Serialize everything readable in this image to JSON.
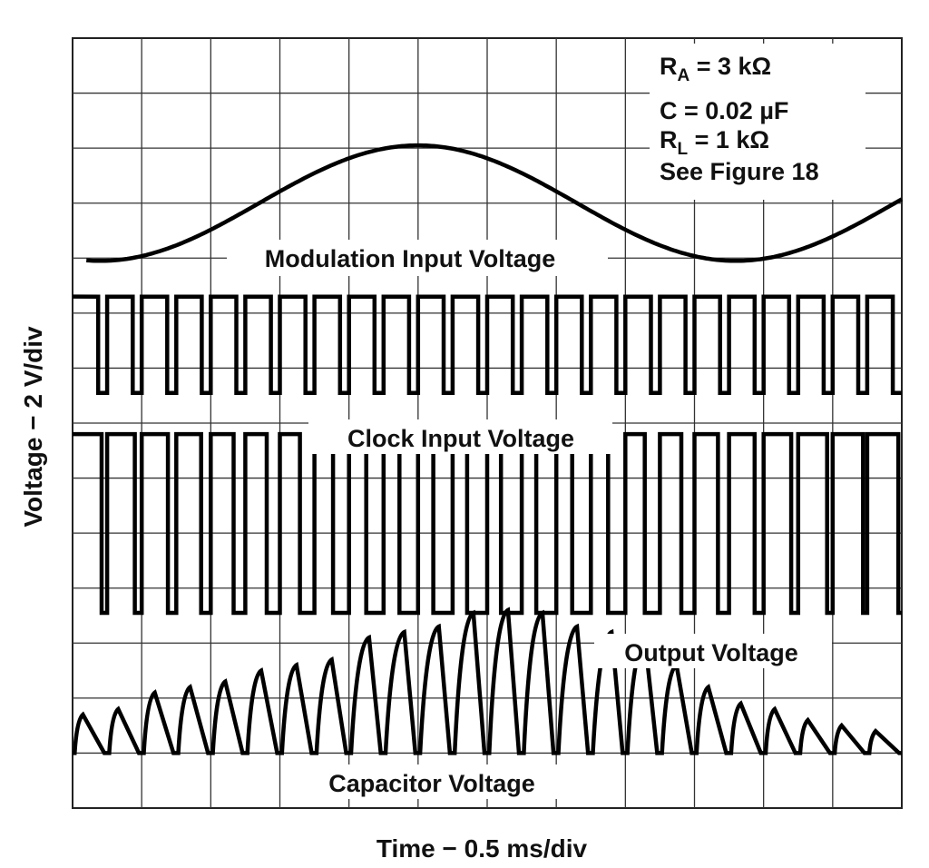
{
  "chart_data": {
    "type": "line",
    "title": "",
    "xlabel": "Time − 0.5 ms/div",
    "ylabel": "Voltage − 2 V/div",
    "grid": true,
    "grid_divisions": {
      "x": 12,
      "y": 14
    },
    "xlim": [
      0,
      12
    ],
    "ylim": [
      0,
      14
    ],
    "annotations": {
      "ra": {
        "main": "R",
        "sub": "A",
        "rest": " = 3 kΩ"
      },
      "c": "C = 0.02 µF",
      "rl": {
        "main": "R",
        "sub": "L",
        "rest": " = 1 kΩ"
      },
      "see": "See Figure 18"
    },
    "series": [
      {
        "name": "Modulation Input Voltage",
        "kind": "sine",
        "x_start": 0.2,
        "x_end": 12,
        "baseline": 11.0,
        "amplitude": 1.05,
        "period": 9.2,
        "peak_x": 5.0
      },
      {
        "name": "Clock Input Voltage",
        "kind": "square",
        "x_start": 0,
        "x_end": 12,
        "high": 9.3,
        "low": 7.55,
        "cycles": 24,
        "pulse_width": 0.13
      },
      {
        "name": "Output Voltage",
        "kind": "pwm",
        "x_start": 0,
        "x_end": 12,
        "high": 6.8,
        "low": 3.55,
        "cycles": 24,
        "pulse_widths": [
          0.08,
          0.1,
          0.12,
          0.14,
          0.17,
          0.19,
          0.21,
          0.23,
          0.25,
          0.27,
          0.28,
          0.29,
          0.3,
          0.29,
          0.27,
          0.25,
          0.22,
          0.19,
          0.16,
          0.13,
          0.1,
          0.08,
          0.06,
          0.05
        ]
      },
      {
        "name": "Capacitor Voltage",
        "kind": "sawtooth",
        "x_start": 0,
        "x_end": 12,
        "baseline": 1.0,
        "cycles": 24,
        "peaks": [
          1.7,
          1.8,
          2.1,
          2.2,
          2.3,
          2.5,
          2.6,
          2.7,
          3.1,
          3.2,
          3.3,
          3.55,
          3.6,
          3.55,
          3.3,
          3.2,
          3.05,
          2.6,
          2.2,
          1.9,
          1.8,
          1.6,
          1.5,
          1.4
        ]
      }
    ],
    "labels": {
      "modulation": "Modulation Input Voltage",
      "clock": "Clock Input Voltage",
      "output": "Output Voltage",
      "capacitor": "Capacitor Voltage"
    }
  }
}
